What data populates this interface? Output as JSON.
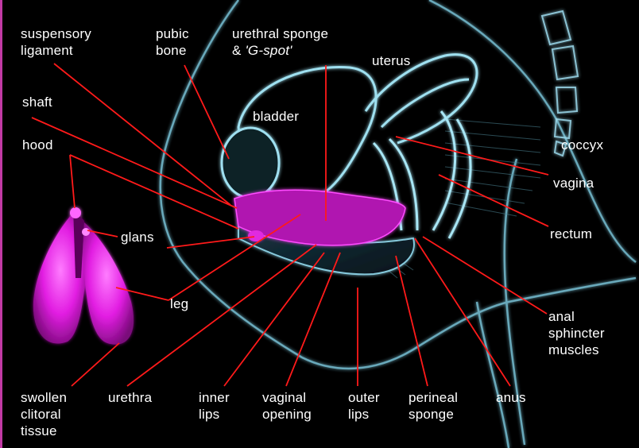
{
  "colors": {
    "background": "#000000",
    "anatomy_line": "#8fd3e6",
    "clitoral_tissue": "#ee22ee",
    "pointer": "#ff1a1a",
    "label_text": "#ffffff"
  },
  "labels": {
    "suspensory_ligament": [
      "suspensory",
      "ligament"
    ],
    "pubic_bone": [
      "pubic",
      "bone"
    ],
    "urethral_sponge": [
      "urethral sponge",
      "&"
    ],
    "g_spot": "'G-spot'",
    "uterus": "uterus",
    "bladder": "bladder",
    "shaft": "shaft",
    "hood": "hood",
    "coccyx": "coccyx",
    "vagina": "vagina",
    "glans": "glans",
    "rectum": "rectum",
    "leg": "leg",
    "anal_sphincter_muscles": [
      "anal",
      "sphincter",
      "muscles"
    ],
    "swollen_clitoral_tissue": [
      "swollen",
      "clitoral",
      "tissue"
    ],
    "urethra": "urethra",
    "inner_lips": [
      "inner",
      "lips"
    ],
    "vaginal_opening": [
      "vaginal",
      "opening"
    ],
    "outer_lips": [
      "outer",
      "lips"
    ],
    "perineal_sponge": [
      "perineal",
      "sponge"
    ],
    "anus": "anus"
  }
}
